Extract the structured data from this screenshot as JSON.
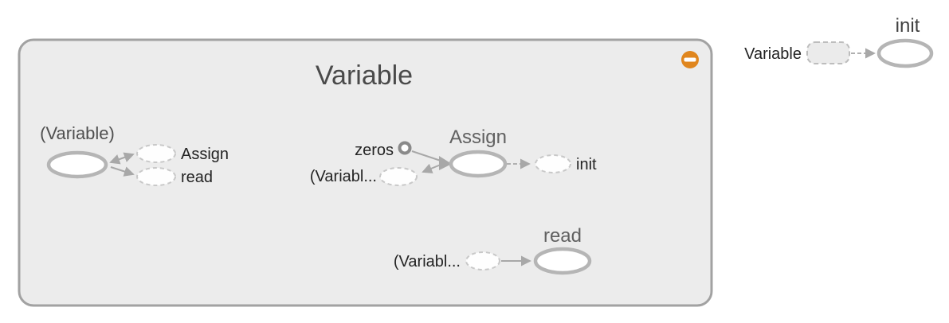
{
  "graph": {
    "group": {
      "title": "Variable",
      "collapse_button": "minus"
    },
    "nodes": {
      "variable_internal": {
        "title": "(Variable)",
        "assign_out_label": "Assign",
        "read_out_label": "read"
      },
      "assign": {
        "title": "Assign",
        "zeros_in_label": "zeros",
        "variable_in_label": "(Variabl...",
        "init_out_label": "init"
      },
      "read": {
        "title": "read",
        "variable_in_label": "(Variabl..."
      },
      "init": {
        "title": "init",
        "variable_in_label": "Variable"
      }
    },
    "colors": {
      "group_fill": "#ececec",
      "group_border": "#a2a2a2",
      "node_stroke": "#b5b5b5",
      "annotation_stroke": "#c8c8c8",
      "edge": "#a8a8a8",
      "collapse_button": "#e0861e",
      "group_title_text": "#4a4a4a",
      "node_title_text": "#616161",
      "annotation_label_text": "#232323"
    }
  }
}
